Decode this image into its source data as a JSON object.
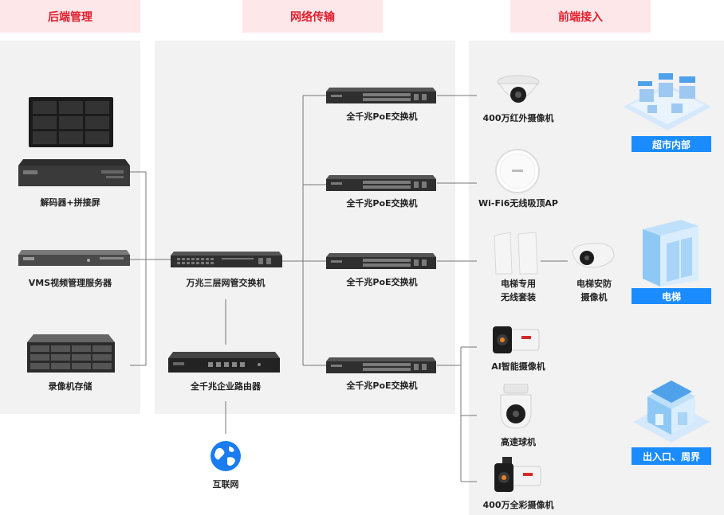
{
  "headers": {
    "backend": "后端管理",
    "network": "网络传输",
    "frontend": "前端接入"
  },
  "backend": {
    "decoder_label": "解码器+拼接屏",
    "vms_label": "VMS视频管理服务器",
    "nvr_label": "录像机存储"
  },
  "network": {
    "core_switch_label": "万兆三层网管交换机",
    "router_label": "全千兆企业路由器",
    "internet_label": "互联网",
    "poe_switches": [
      {
        "label": "全千兆PoE交换机"
      },
      {
        "label": "全千兆PoE交换机"
      },
      {
        "label": "全千兆PoE交换机"
      },
      {
        "label": "全千兆PoE交换机"
      }
    ]
  },
  "frontend": {
    "dome_camera_label": "400万红外摄像机",
    "ap_label": "Wi-Fi6无线吸顶AP",
    "elevator_bridge_label": "电梯专用\n无线套装",
    "elevator_camera_label": "电梯安防\n摄像机",
    "ai_camera_label": "AI智能摄像机",
    "speed_dome_label": "高速球机",
    "color_camera_label": "400万全彩摄像机"
  },
  "scenes": {
    "supermarket": "超市内部",
    "elevator": "电梯",
    "entrance": "出入口、周界"
  },
  "colors": {
    "header_bg": "#fde7e9",
    "header_text": "#e0202e",
    "panel_bg": "#f2f2f2",
    "tag_bg": "#1a8cff",
    "line": "#777777"
  }
}
